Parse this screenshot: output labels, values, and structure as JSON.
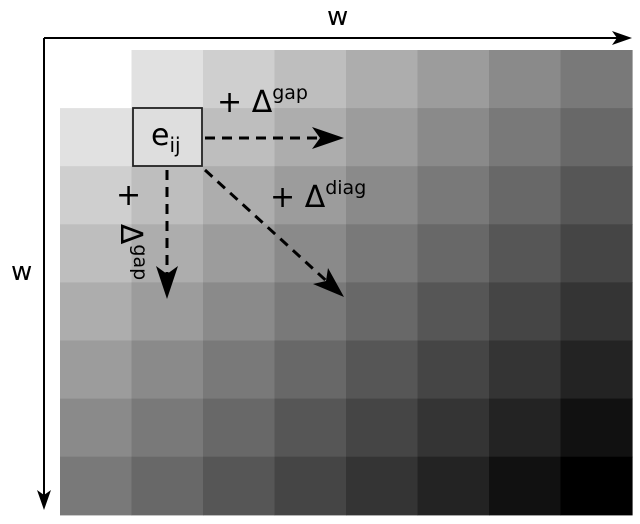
{
  "axes": {
    "top_label": "w",
    "left_label": "w"
  },
  "matrix": {
    "rows": 8,
    "cols": 8,
    "cell_label_base": "e",
    "cell_label_sub": "ij",
    "empty_cell": [
      0,
      0
    ]
  },
  "moves": {
    "gap_h": {
      "sign": "+",
      "symbol": "Δ",
      "sup": "gap"
    },
    "diag": {
      "sign": "+",
      "symbol": "Δ",
      "sup": "diag"
    },
    "gap_v": {
      "sign": "+",
      "symbol": "Δ",
      "sup": "gap"
    }
  },
  "colors": {
    "grid_light": "#f2f2f2",
    "grid_dark": "#000000",
    "arrow": "#000000",
    "highlight_box": "#dedede"
  }
}
